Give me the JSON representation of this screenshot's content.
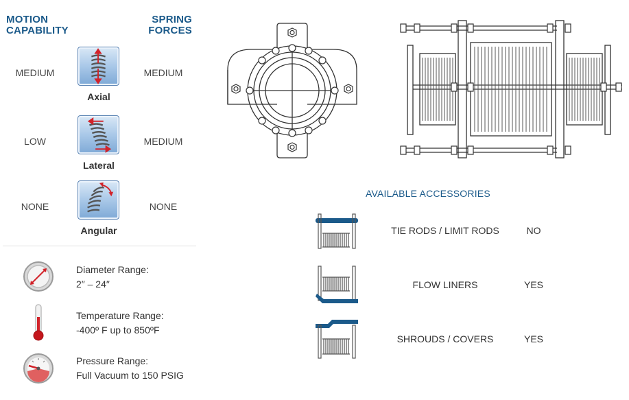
{
  "headers": {
    "motion_line1": "MOTION",
    "motion_line2": "CAPABILITY",
    "spring_line1": "SPRING",
    "spring_line2": "FORCES"
  },
  "motions": [
    {
      "label": "Axial",
      "capability": "MEDIUM",
      "spring_force": "MEDIUM",
      "icon": "axial-spring-icon"
    },
    {
      "label": "Lateral",
      "capability": "LOW",
      "spring_force": "MEDIUM",
      "icon": "lateral-spring-icon"
    },
    {
      "label": "Angular",
      "capability": "NONE",
      "spring_force": "NONE",
      "icon": "angular-spring-icon"
    }
  ],
  "specs": [
    {
      "title": "Diameter Range:",
      "value": "2″ – 24″",
      "icon": "diameter-gauge-icon"
    },
    {
      "title": "Temperature Range:",
      "value": "-400º F up to 850ºF",
      "icon": "thermometer-icon"
    },
    {
      "title": "Pressure Range:",
      "value": "Full Vacuum to 150 PSIG",
      "icon": "pressure-gauge-icon"
    }
  ],
  "accessories": {
    "title": "AVAILABLE ACCESSORIES",
    "items": [
      {
        "name": "TIE RODS / LIMIT RODS",
        "available": "NO",
        "icon": "tie-rods-icon"
      },
      {
        "name": "FLOW LINERS",
        "available": "YES",
        "icon": "flow-liner-icon"
      },
      {
        "name": "SHROUDS / COVERS",
        "available": "YES",
        "icon": "shroud-icon"
      }
    ]
  },
  "colors": {
    "brand_blue": "#1b5a8a",
    "accent_red": "#d2232a",
    "icon_blue": "#7ea9d6"
  }
}
